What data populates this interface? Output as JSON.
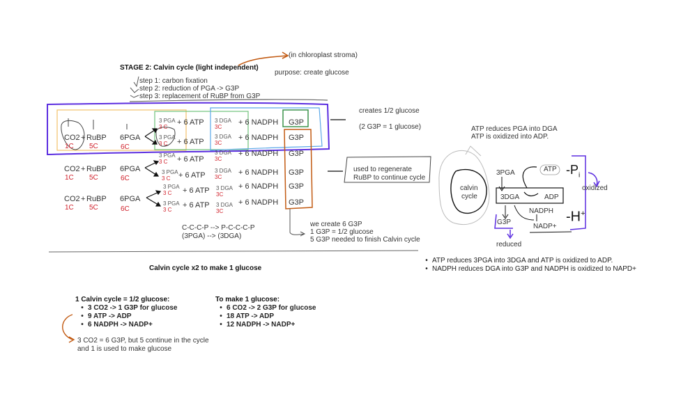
{
  "header": {
    "stage_title": "STAGE 2: Calvin cycle (light independent)",
    "location_note": "(in chloroplast stroma)",
    "purpose": "purpose:  create glucose",
    "steps": [
      "step 1: carbon fixation",
      "step 2: reduction of PGA -> G3P",
      "step 3: replacement of RuBP from G3P"
    ]
  },
  "reactions": {
    "co2": "CO2",
    "plus": "+",
    "rubp": "RuBP",
    "six_pga": "6PGA",
    "c1": "1C",
    "c5": "5C",
    "c6": "6C",
    "three_pga": "3 PGA",
    "three_c": "3 C",
    "atp": "+ 6 ATP",
    "three_dga": "3 DGA",
    "dga_c": "3C",
    "nadph": "+ 6 NADPH",
    "g3p": "G3P"
  },
  "notes": {
    "creates_half": "creates 1/2 glucose",
    "two_g3p": "(2 G3P = 1 glucose)",
    "regen_1": "used to regenerate",
    "regen_2": "RuBP to continue cycle",
    "create6_1": "we create 6 G3P",
    "create6_2": "1 G3P = 1/2 glucose",
    "create6_3": "5 G3P needed to finish Calvin cycle",
    "struct_1": "C-C-C-P -->  P-C-C-C-P",
    "struct_2": "(3PGA)  -->    (3DGA)",
    "x2": "Calvin cycle x2 to make 1 glucose"
  },
  "summary_left": {
    "title": "1 Calvin cycle = 1/2 glucose:",
    "items": [
      "3 CO2 -> 1 G3P for glucose",
      "9 ATP -> ADP",
      "6 NADPH -> NADP+"
    ],
    "note_1": "3 CO2 = 6 G3P, but 5 continue in the cycle",
    "note_2": "and 1 is used to make glucose"
  },
  "summary_right": {
    "title": "To make 1 glucose:",
    "items": [
      "6 CO2 -> 2 G3P for glucose",
      "18 ATP -> ADP",
      "12 NADPH -> NADP+"
    ]
  },
  "diagram": {
    "atp_note_1": "ATP reduces PGA into DGA",
    "atp_note_2": "ATP is oxidized into ADP.",
    "calvin": "calvin",
    "cycle": "cycle",
    "pga": "3PGA",
    "atp": "ATP",
    "pi": "P",
    "pi_sub": "i",
    "dga": "3DGA",
    "adp": "ADP",
    "nadph": "NADPH",
    "g3p": "G3P",
    "nadp": "NADP+",
    "h": "H",
    "h_sup": "+",
    "oxidized": "oxidized",
    "reduced": "reduced",
    "bullets": [
      "ATP reduces 3PGA into 3DGA and ATP is oxidized to ADP.",
      "NADPH reduces DGA into G3P and NADPH is oxidized to NAPD+"
    ]
  },
  "colors": {
    "purple": "#5b2de0",
    "orange": "#c25a12",
    "yellow": "#f2c26a",
    "green": "#6fc27a",
    "blue": "#5aa8e8",
    "dark_green": "#2e8b3e",
    "red_text": "#d0202a"
  }
}
